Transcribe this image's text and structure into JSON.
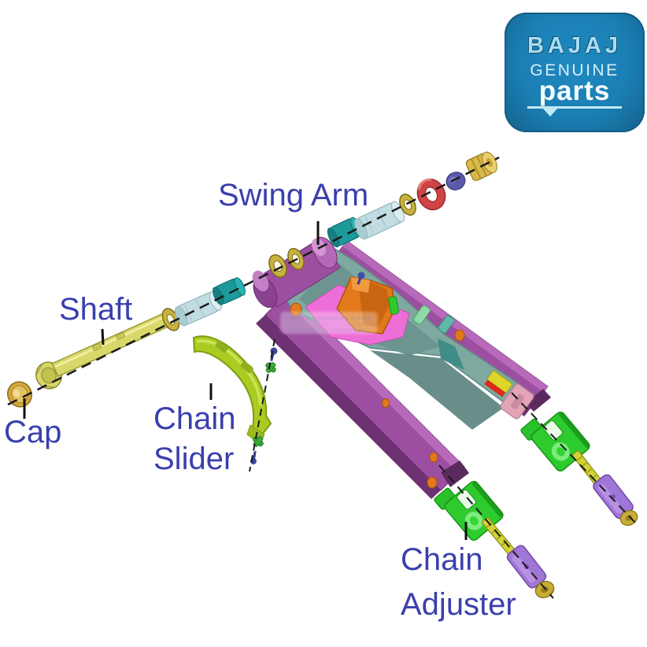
{
  "title": "Bajaj swing arm exploded parts diagram",
  "background": "#ffffff",
  "label_color": "#3a3fad",
  "labels": {
    "swing_arm": "Swing Arm",
    "shaft": "Shaft",
    "cap": "Cap",
    "chain_slider_line1": "Chain",
    "chain_slider_line2": "Slider",
    "chain_adjuster_line1": "Chain",
    "chain_adjuster_line2": "Adjuster"
  },
  "logo": {
    "brand": "BAJAJ",
    "genuine": "GENUINE",
    "parts": "parts",
    "bg_color": "#1b7fb4",
    "light_text_color": "#a9dcf2",
    "white_text_color": "#f6fcff"
  },
  "part_icons": {
    "cap": "brass-cap",
    "shaft": "pivot-shaft-bolt",
    "washers": "gold-washer",
    "bushings": "pivot-bushing",
    "seal": "red-o-ring",
    "end_cap": "gold-end-cap",
    "swing_arm": "swing-arm-body",
    "chain_slider": "chain-slider-pad",
    "chain_adjuster": "chain-adjuster-block",
    "adjuster_bolt": "threaded-adjuster-bolt",
    "adjuster_plate": "purple-end-plate",
    "nut": "gold-nut",
    "fasteners": "screw-and-clip"
  },
  "colors": {
    "swing_arm_purple": "#9c4fa0",
    "deck_teal": "#7fa8a0",
    "bracket_orange": "#e2791c",
    "slider_lime": "#aacc22",
    "adjuster_green": "#2ecb2e",
    "bolt_yellow": "#d2d232",
    "plate_purple": "#a076d6",
    "hardware_gold": "#c9b13f",
    "bushing_blue": "#c2dde2",
    "bushing_teal": "#1d9a9a",
    "seal_red": "#cf4444"
  }
}
